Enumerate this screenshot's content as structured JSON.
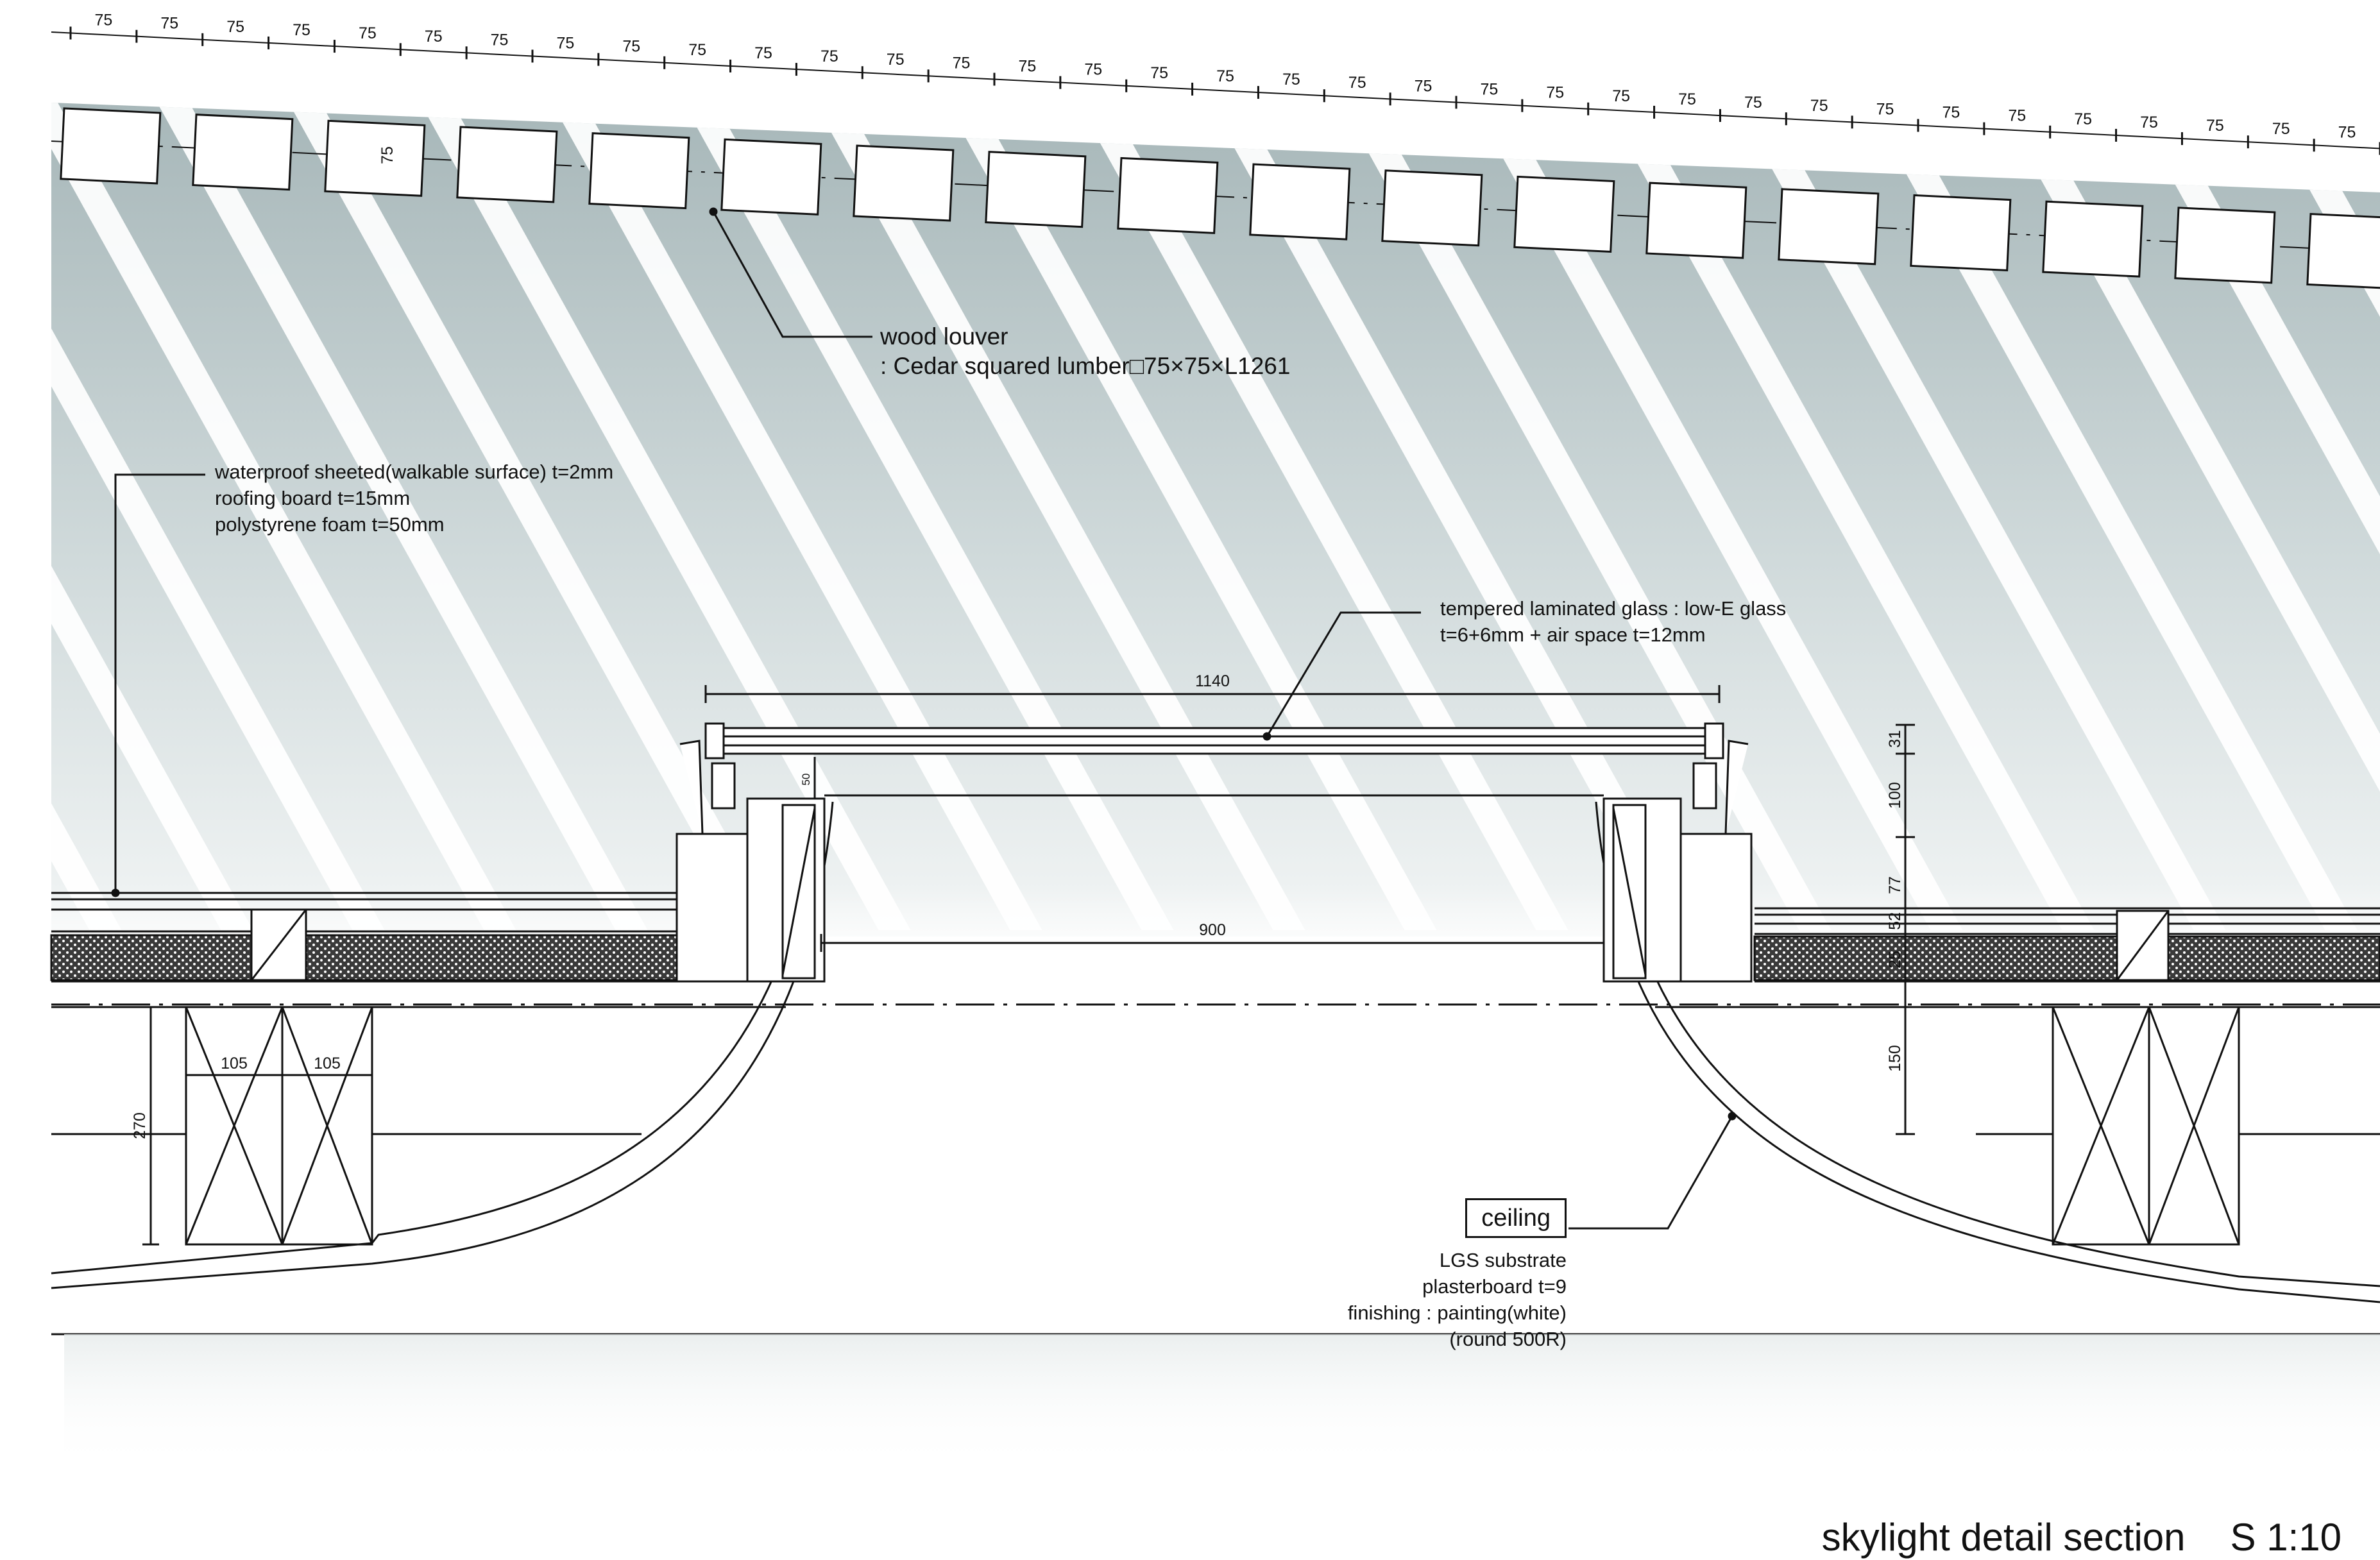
{
  "labels": {
    "louver_title": "wood louver",
    "louver_spec": ": Cedar squared lumber□75×75×L1261",
    "roof_lines": [
      "waterproof sheeted(walkable surface) t=2mm",
      "roofing board t=15mm",
      "polystyrene foam t=50mm"
    ],
    "glass_lines": [
      "tempered laminated glass : low-E glass",
      "t=6+6mm + air space t=12mm"
    ],
    "ceiling_title": "ceiling",
    "ceiling_lines": [
      "LGS substrate",
      "plasterboard t=9",
      "finishing : painting(white)",
      "(round 500R)"
    ]
  },
  "footer": {
    "title": "skylight detail section",
    "scale": "S 1:10"
  },
  "dimensions": {
    "louver_spacing": "75",
    "louver_spacing_count": 35,
    "louver_depth": "75",
    "glass_width": "1140",
    "opening_width": "900",
    "frame_offset": "50",
    "beam_width_left": "105",
    "beam_width_right": "105",
    "beam_depth": "270",
    "right_stack": [
      "31",
      "100",
      "77",
      "52",
      "25",
      "150"
    ]
  }
}
